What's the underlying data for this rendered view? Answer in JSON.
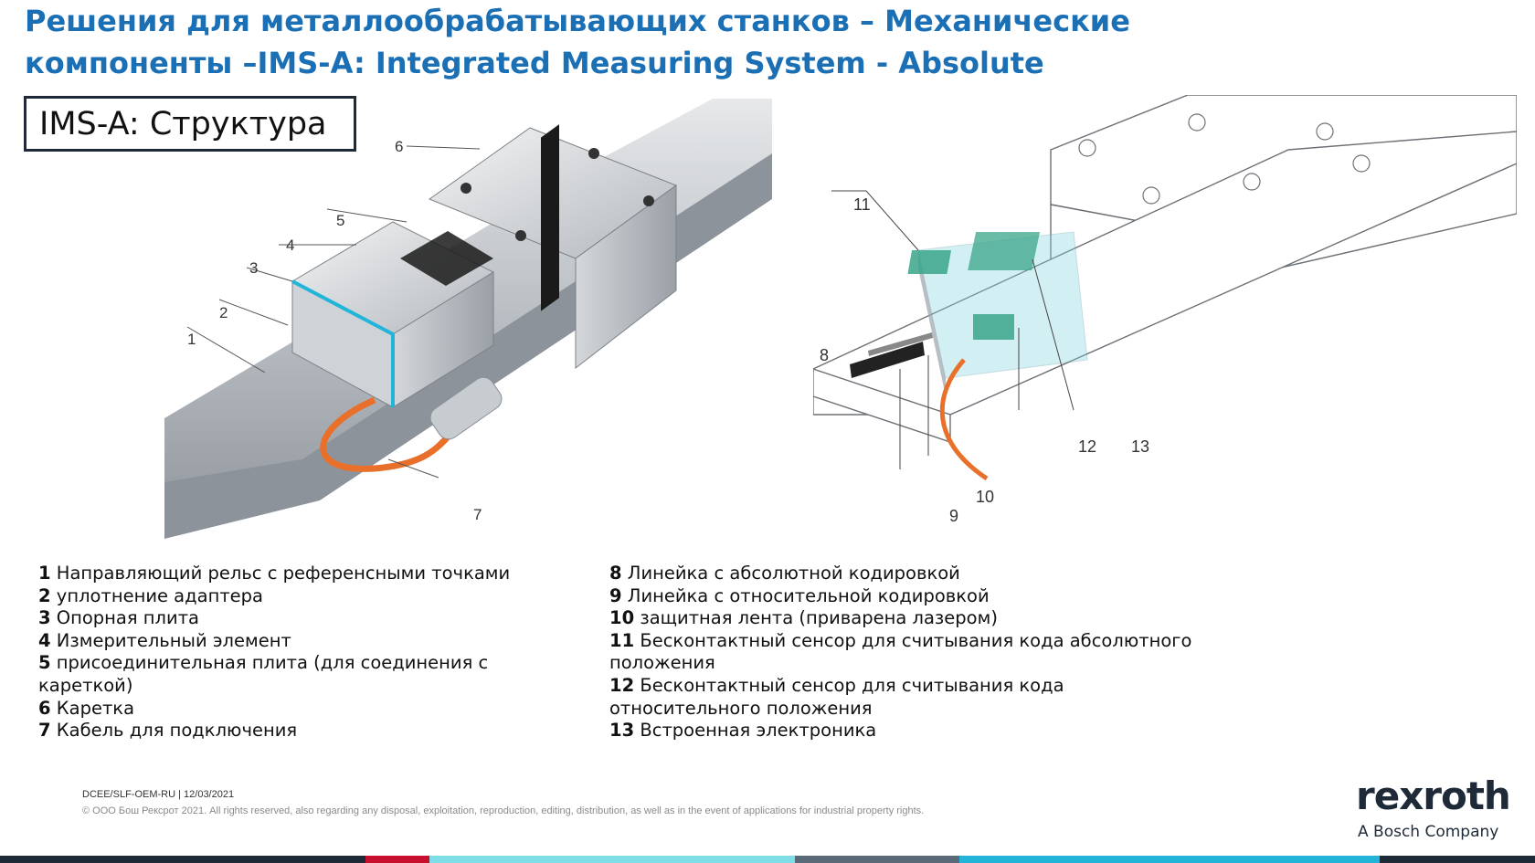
{
  "title": {
    "line1": "Решения для металлообрабатывающих станков – Механические",
    "line2": "компоненты –IMS-A: Integrated Measuring System - Absolute"
  },
  "section_label": "IMS-A: Структура",
  "figure_left": {
    "callouts": [
      "1",
      "2",
      "3",
      "4",
      "5",
      "6",
      "7"
    ]
  },
  "figure_right": {
    "callouts": [
      "8",
      "9",
      "10",
      "11",
      "12",
      "13"
    ]
  },
  "legend_left": [
    {
      "num": "1",
      "text": " Направляющий рельс с  референсными точками"
    },
    {
      "num": "2",
      "text": " уплотнение адаптера"
    },
    {
      "num": "3",
      "text": " Опорная плита"
    },
    {
      "num": "4",
      "text": " Измерительный элемент"
    },
    {
      "num": "5",
      "text": " присоединительная плита (для соединения с кареткой)"
    },
    {
      "num": "6",
      "text": " Каретка"
    },
    {
      "num": "7",
      "text": " Кабель для  подключения"
    }
  ],
  "legend_right": [
    {
      "num": "8",
      "text": " Линейка с абсолютной кодировкой"
    },
    {
      "num": "9",
      "text": " Линейка с относительной кодировкой"
    },
    {
      "num": "10",
      "text": " защитная лента (приварена лазером)"
    },
    {
      "num": "11",
      "text": " Бесконтактный сенсор для считывания кода абсолютного положения"
    },
    {
      "num": "12",
      "text": " Бесконтактный сенсор для считывания кода относительного положения"
    },
    {
      "num": "13",
      "text": " Встроенная электроника"
    }
  ],
  "footer": {
    "doc_id": "DCEE/SLF-OEM-RU | 12/03/2021",
    "copyright": "© ООО Бош Рексрот 2021. All rights reserved, also regarding any disposal, exploitation, reproduction, editing, distribution, as well as in the event of applications for industrial property rights."
  },
  "logo": {
    "word": "rexroth",
    "sub": "A Bosch Company"
  },
  "colors": {
    "title": "#1a6fb5",
    "cable": "#e8702a",
    "sensor": "#3aa58a",
    "bar": [
      "#1e2a38",
      "#1e2a38",
      "#c8102e",
      "#7fdde6",
      "#7fdde6",
      "#5a6a78",
      "#23b5d9",
      "#1e2a38"
    ]
  }
}
